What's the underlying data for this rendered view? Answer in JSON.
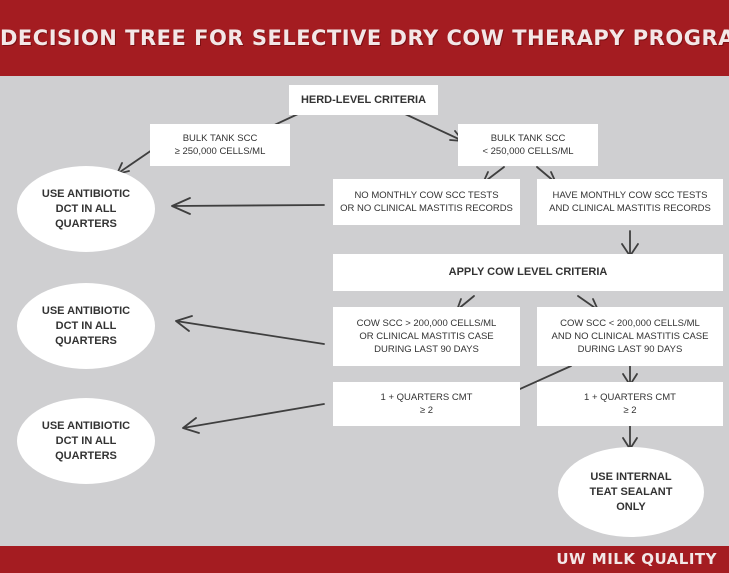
{
  "title": "DECISION TREE FOR SELECTIVE DRY COW THERAPY PROGRAMS",
  "footer": "UW MILK QUALITY",
  "herd_criteria": "HERD-LEVEL CRITERIA",
  "bulk_high": [
    "BULK TANK SCC",
    "≥ 250,000 CELLS/ML"
  ],
  "bulk_low": [
    "BULK TANK SCC",
    "< 250,000 CELLS/ML"
  ],
  "no_monthly": [
    "NO MONTHLY COW SCC TESTS",
    "OR NO CLINICAL MASTITIS RECORDS"
  ],
  "have_monthly": [
    "HAVE MONTHLY COW SCC TESTS",
    "AND CLINICAL MASTITIS RECORDS"
  ],
  "cow_criteria": "APPLY COW LEVEL CRITERIA",
  "cow_high": [
    "COW SCC > 200,000 CELLS/ML",
    "OR CLINICAL MASTITIS CASE",
    "DURING LAST 90 DAYS"
  ],
  "cow_low": [
    "COW SCC < 200,000 CELLS/ML",
    "AND NO CLINICAL MASTITIS CASE",
    "DURING LAST 90 DAYS"
  ],
  "cmt_left": [
    "1 + QUARTERS CMT",
    "≥ 2"
  ],
  "cmt_right": [
    "1 + QUARTERS CMT",
    "≥ 2"
  ],
  "use_antibiotic_1": [
    "USE ANTIBIOTIC",
    "DCT IN ALL",
    "QUARTERS"
  ],
  "use_antibiotic_2": [
    "USE ANTIBIOTIC",
    "DCT IN ALL",
    "QUARTERS"
  ],
  "use_antibiotic_3": [
    "USE ANTIBIOTIC",
    "DCT IN ALL",
    "QUARTERS"
  ],
  "sealant": [
    "USE INTERNAL",
    "TEAT SEALANT",
    "ONLY"
  ]
}
